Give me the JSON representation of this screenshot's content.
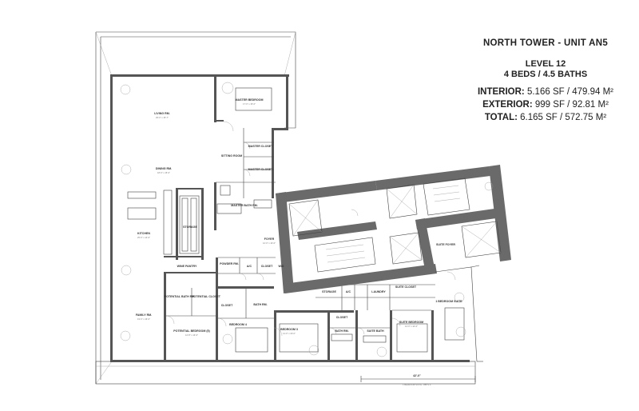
{
  "info": {
    "title": "NORTH TOWER - UNIT AN5",
    "level": "LEVEL 12",
    "beds_baths": "4 BEDS / 4.5 BATHS",
    "interior_label": "INTERIOR:",
    "interior_value": "5.166 SF / 479.94 M²",
    "exterior_label": "EXTERIOR:",
    "exterior_value": "999 SF / 92.81 M²",
    "total_label": "TOTAL:",
    "total_value": "6.165 SF / 572.75 M²"
  },
  "rooms": {
    "living": "LIVING RM.",
    "dining": "DINING RM.",
    "kitchen": "KITCHEN",
    "storage_left": "STORAGE",
    "wine_pantry": "WINE PANTRY",
    "family": "FAMILY RM.",
    "potential_bath": "POTENTIAL BATH RM.",
    "potential_closet": "POTENTIAL CLOSET",
    "potential_bedroom": "POTENTIAL BEDROOM (5)",
    "master_bedroom": "MASTER BEDROOM",
    "sitting_room": "SITTING ROOM",
    "master_closet_1": "MASTER CLOSET",
    "master_closet_2": "MASTER CLOSET",
    "master_bath": "MASTER BATH RM.",
    "foyer": "FOYER",
    "powder": "POWDER RM.",
    "ac_1": "A/C",
    "closet_1": "CLOSET",
    "wd": "W/D",
    "closet_2": "CLOSET",
    "bath_rm_1": "BATH RM.",
    "bedroom_4": "BEDROOM 4",
    "bedroom_3": "BEDROOM 3",
    "storage_mid": "STORAGE",
    "ac_2": "A/C",
    "laundry": "LAUNDRY",
    "suite_closet": "SUITE CLOSET",
    "closet_3": "CLOSET",
    "bath_rm_2": "BATH RM.",
    "suite_bath": "SUITE BATH",
    "suite_bedroom": "SUITE BEDROOM",
    "suite_foyer": "SUITE FOYER",
    "bedroom_suite": "1 BEDROOM SUITE"
  },
  "bottom": {
    "dimension": "42'-0\"",
    "note": "1 BEDROOM SUITE - 888 S.F."
  }
}
